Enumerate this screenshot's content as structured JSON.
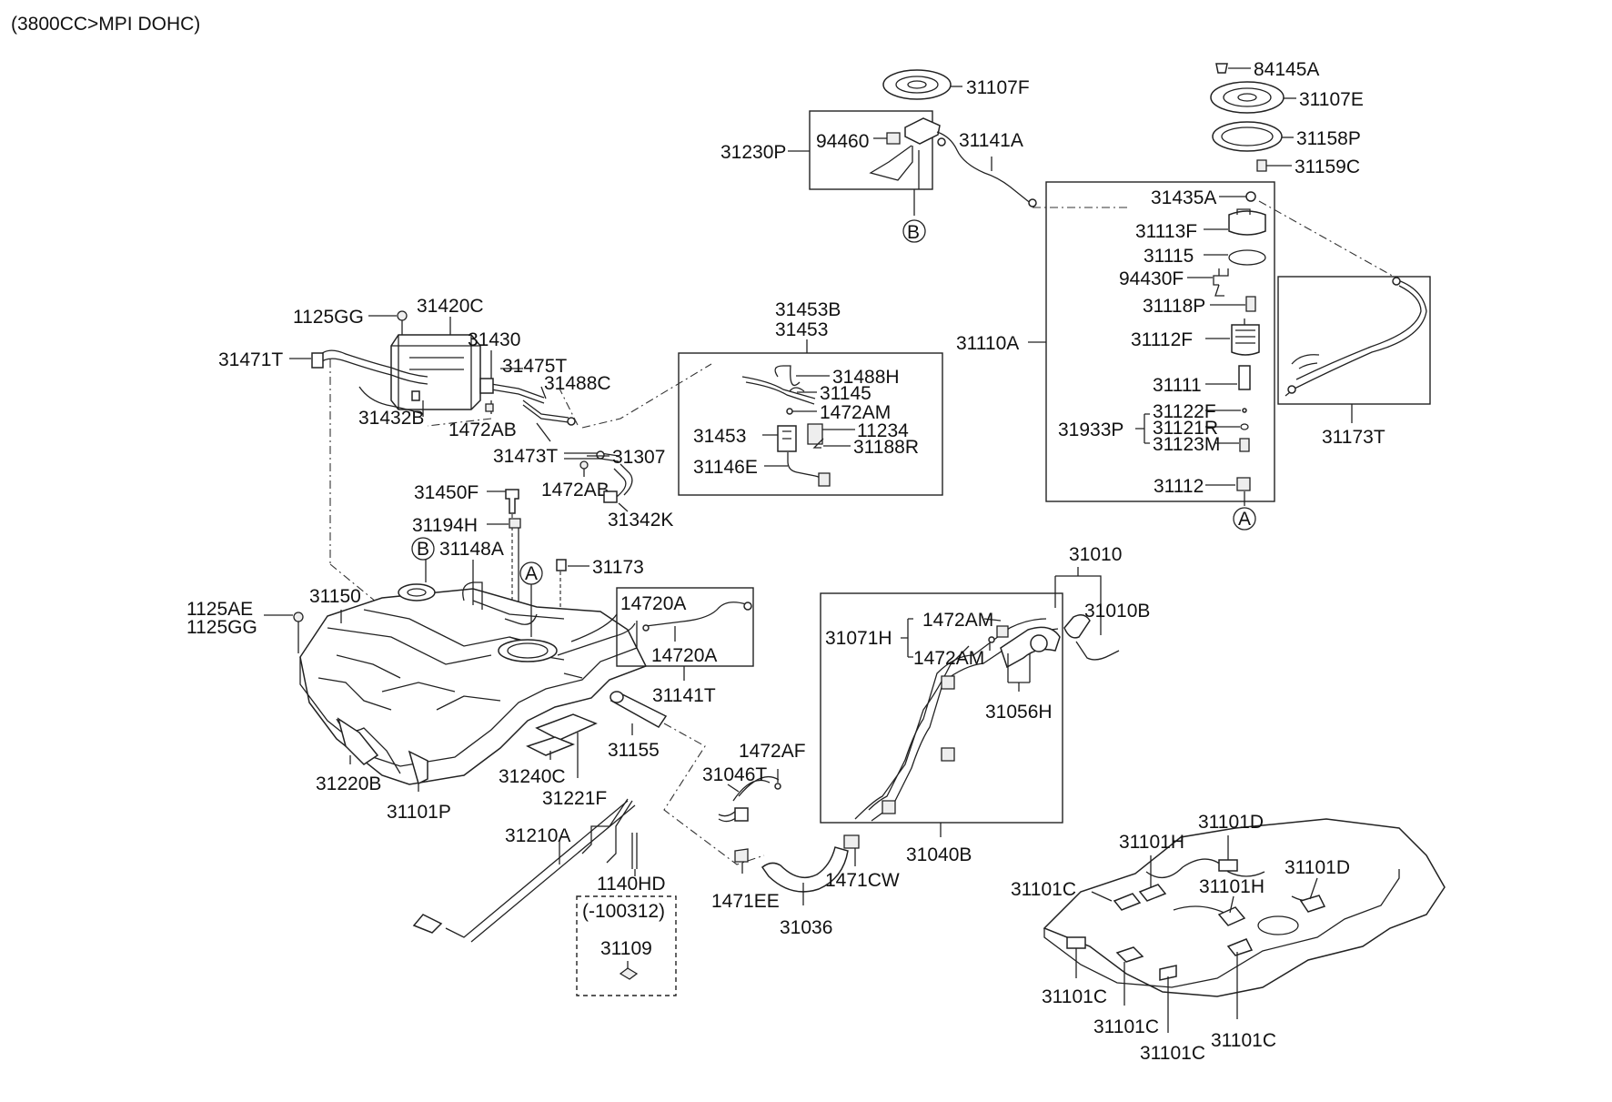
{
  "header": {
    "engine_note": "(3800CC>MPI DOHC)"
  },
  "refs": {
    "a": "A",
    "b": "B"
  },
  "parts": {
    "p84145A": "84145A",
    "p31107E": "31107E",
    "p31158P": "31158P",
    "p31159C": "31159C",
    "p31107F": "31107F",
    "p31230P": "31230P",
    "p94460": "94460",
    "p31141A": "31141A",
    "p31435A": "31435A",
    "p31113F": "31113F",
    "p31115": "31115",
    "p94430F": "94430F",
    "p31118P": "31118P",
    "p31110A": "31110A",
    "p31112F": "31112F",
    "p31111": "31111",
    "p31122F": "31122F",
    "p31933P": "31933P",
    "p31121R": "31121R",
    "p31123M": "31123M",
    "p31112": "31112",
    "p31173T": "31173T",
    "p31453B": "31453B",
    "p31453_top": "31453",
    "p31488H": "31488H",
    "p31145": "31145",
    "p1472AM_a": "1472AM",
    "p31453_in": "31453",
    "p11234": "11234",
    "p31188R": "31188R",
    "p31146E": "31146E",
    "p1125GG_a": "1125GG",
    "p31420C": "31420C",
    "p31430": "31430",
    "p31471T": "31471T",
    "p31475T": "31475T",
    "p31488C": "31488C",
    "p31432B": "31432B",
    "p1472AB_a": "1472AB",
    "p31473T": "31473T",
    "p31307": "31307",
    "p1472AB_b": "1472AB",
    "p31450F": "31450F",
    "p31342K": "31342K",
    "p31194H": "31194H",
    "p31148A": "31148A",
    "p31173": "31173",
    "p1125AE": "1125AE",
    "p1125GG_b": "1125GG",
    "p31150": "31150",
    "p14720A_a": "14720A",
    "p14720A_b": "14720A",
    "p31141T": "31141T",
    "p31155": "31155",
    "p31220B": "31220B",
    "p31240C": "31240C",
    "p31221F": "31221F",
    "p31101P": "31101P",
    "p31210A": "31210A",
    "p1140HD": "1140HD",
    "p100312": "(-100312)",
    "p31109": "31109",
    "p1472AF": "1472AF",
    "p31046T": "31046T",
    "p1471EE": "1471EE",
    "p31036": "31036",
    "p1471CW": "1471CW",
    "p31010": "31010",
    "p31010B": "31010B",
    "p1472AM_b": "1472AM",
    "p31071H": "31071H",
    "p1472AM_c": "1472AM",
    "p31056H": "31056H",
    "p31040B": "31040B",
    "p31101H_a": "31101H",
    "p31101D_a": "31101D",
    "p31101D_b": "31101D",
    "p31101C_a": "31101C",
    "p31101H_b": "31101H",
    "p31101C_b": "31101C",
    "p31101C_c": "31101C",
    "p31101C_d": "31101C",
    "p31101C_e": "31101C"
  }
}
